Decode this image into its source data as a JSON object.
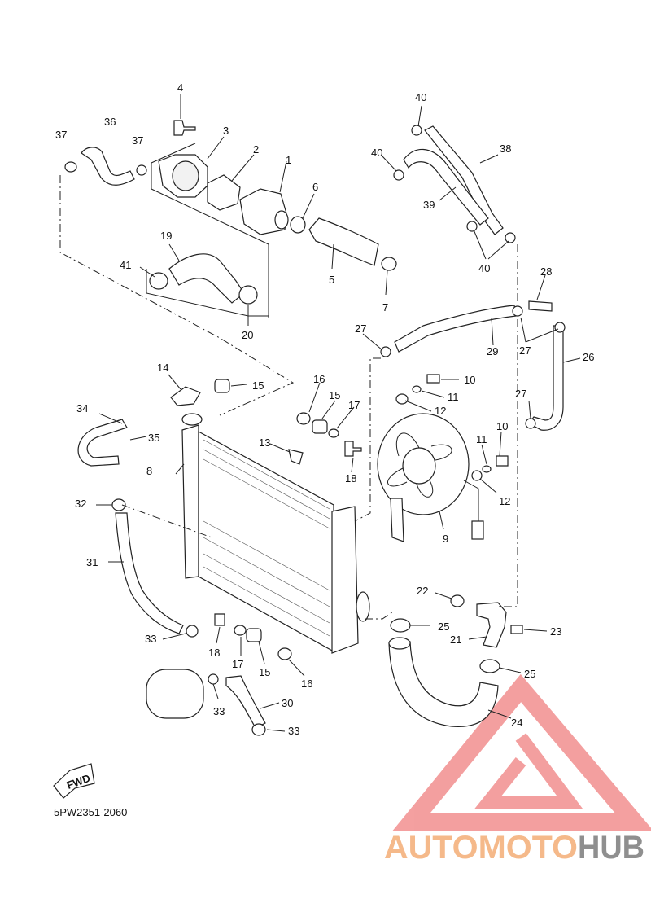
{
  "diagram": {
    "code": "5PW2351-2060",
    "fwd_label": "FWD",
    "callouts": [
      {
        "id": "c1",
        "text": "1"
      },
      {
        "id": "c2",
        "text": "2"
      },
      {
        "id": "c3",
        "text": "3"
      },
      {
        "id": "c4",
        "text": "4"
      },
      {
        "id": "c5",
        "text": "5"
      },
      {
        "id": "c6",
        "text": "6"
      },
      {
        "id": "c7",
        "text": "7"
      },
      {
        "id": "c8",
        "text": "8"
      },
      {
        "id": "c9",
        "text": "9"
      },
      {
        "id": "c10a",
        "text": "10"
      },
      {
        "id": "c10b",
        "text": "10"
      },
      {
        "id": "c11a",
        "text": "11"
      },
      {
        "id": "c11b",
        "text": "11"
      },
      {
        "id": "c12a",
        "text": "12"
      },
      {
        "id": "c12b",
        "text": "12"
      },
      {
        "id": "c13",
        "text": "13"
      },
      {
        "id": "c14",
        "text": "14"
      },
      {
        "id": "c15a",
        "text": "15"
      },
      {
        "id": "c15b",
        "text": "15"
      },
      {
        "id": "c15c",
        "text": "15"
      },
      {
        "id": "c16a",
        "text": "16"
      },
      {
        "id": "c16b",
        "text": "16"
      },
      {
        "id": "c17a",
        "text": "17"
      },
      {
        "id": "c17b",
        "text": "17"
      },
      {
        "id": "c18a",
        "text": "18"
      },
      {
        "id": "c18b",
        "text": "18"
      },
      {
        "id": "c19",
        "text": "19"
      },
      {
        "id": "c20",
        "text": "20"
      },
      {
        "id": "c21",
        "text": "21"
      },
      {
        "id": "c22",
        "text": "22"
      },
      {
        "id": "c23",
        "text": "23"
      },
      {
        "id": "c24",
        "text": "24"
      },
      {
        "id": "c25a",
        "text": "25"
      },
      {
        "id": "c25b",
        "text": "25"
      },
      {
        "id": "c26",
        "text": "26"
      },
      {
        "id": "c27a",
        "text": "27"
      },
      {
        "id": "c27b",
        "text": "27"
      },
      {
        "id": "c27c",
        "text": "27"
      },
      {
        "id": "c28",
        "text": "28"
      },
      {
        "id": "c29",
        "text": "29"
      },
      {
        "id": "c30",
        "text": "30"
      },
      {
        "id": "c31",
        "text": "31"
      },
      {
        "id": "c32",
        "text": "32"
      },
      {
        "id": "c33a",
        "text": "33"
      },
      {
        "id": "c33b",
        "text": "33"
      },
      {
        "id": "c33c",
        "text": "33"
      },
      {
        "id": "c34",
        "text": "34"
      },
      {
        "id": "c35",
        "text": "35"
      },
      {
        "id": "c36",
        "text": "36"
      },
      {
        "id": "c37a",
        "text": "37"
      },
      {
        "id": "c37b",
        "text": "37"
      },
      {
        "id": "c38",
        "text": "38"
      },
      {
        "id": "c39",
        "text": "39"
      },
      {
        "id": "c40a",
        "text": "40"
      },
      {
        "id": "c40b",
        "text": "40"
      },
      {
        "id": "c40c",
        "text": "40"
      },
      {
        "id": "c41",
        "text": "41"
      }
    ]
  },
  "watermark": {
    "text_part1": "AUTOMOTO",
    "text_part2": "HUB",
    "color_part1": "#f5b98a",
    "color_part2": "#8f8f8f",
    "triangle_color": "#f08080"
  }
}
